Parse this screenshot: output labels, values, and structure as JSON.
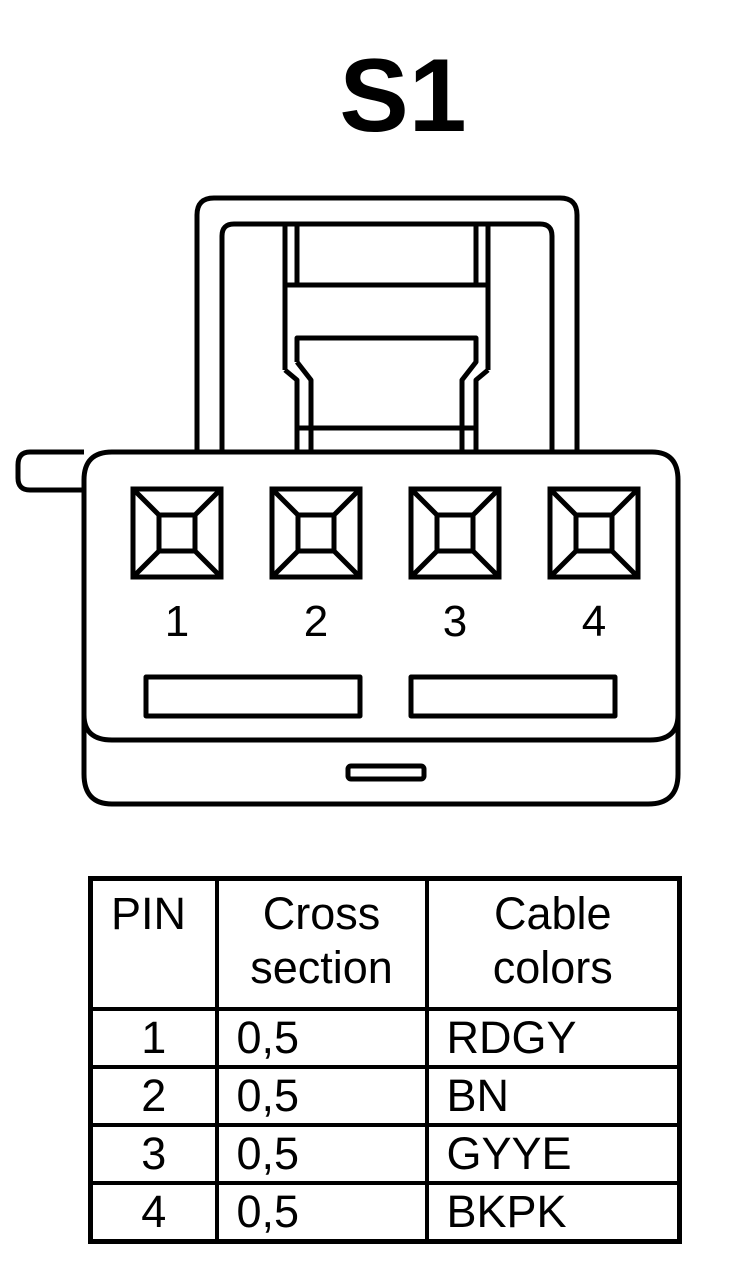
{
  "title": "S1",
  "connector": {
    "pin_labels": [
      "1",
      "2",
      "3",
      "4"
    ]
  },
  "table": {
    "headers": [
      {
        "lines": [
          "PIN"
        ]
      },
      {
        "lines": [
          "Cross",
          "section"
        ]
      },
      {
        "lines": [
          "Cable",
          "colors"
        ]
      }
    ],
    "rows": [
      {
        "pin": "1",
        "cross_section": "0,5",
        "color": "RDGY"
      },
      {
        "pin": "2",
        "cross_section": "0,5",
        "color": "BN"
      },
      {
        "pin": "3",
        "cross_section": "0,5",
        "color": "GYYE"
      },
      {
        "pin": "4",
        "cross_section": "0,5",
        "color": "BKPK"
      }
    ]
  },
  "colors": {
    "line": "#000000",
    "background": "#ffffff"
  }
}
